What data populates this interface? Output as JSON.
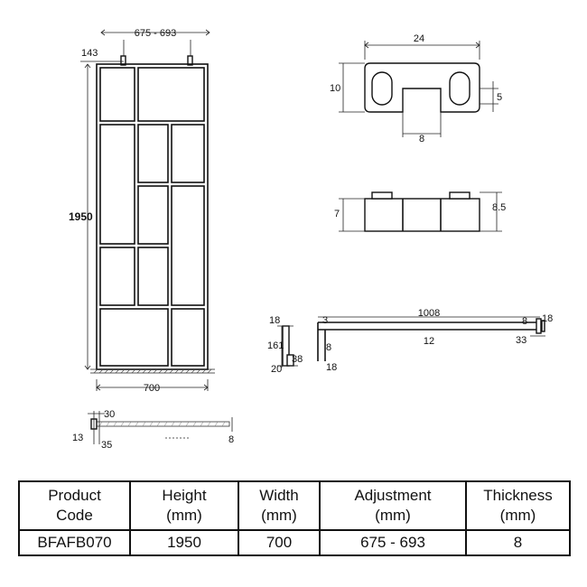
{
  "dimensions": {
    "top_width_range": "675 - 693",
    "top_offset": "143",
    "panel_height": "1950",
    "panel_width": "700",
    "clip_width": "24",
    "clip_height": "10",
    "clip_slot": "5",
    "clip_foot": "8",
    "clip_side_height": "7",
    "clip_side_total": "8.5",
    "arm_top_18": "18",
    "arm_3": "3",
    "arm_length": "1008",
    "arm_8_right": "8",
    "arm_18_right": "18",
    "arm_161": "161",
    "arm_12": "12",
    "arm_33": "33",
    "arm_38": "38",
    "arm_8_low": "8",
    "arm_20": "20",
    "arm_18_low": "18",
    "plan_30": "30",
    "plan_13": "13",
    "plan_35": "35",
    "plan_8": "8"
  },
  "table": {
    "headers": {
      "product_code": [
        "Product",
        "Code"
      ],
      "height": [
        "Height",
        "(mm)"
      ],
      "width": [
        "Width",
        "(mm)"
      ],
      "adjustment": [
        "Adjustment",
        "(mm)"
      ],
      "thickness": [
        "Thickness",
        "(mm)"
      ]
    },
    "row": {
      "product_code": "BFAFB070",
      "height": "1950",
      "width": "700",
      "adjustment": "675 - 693",
      "thickness": "8"
    }
  }
}
